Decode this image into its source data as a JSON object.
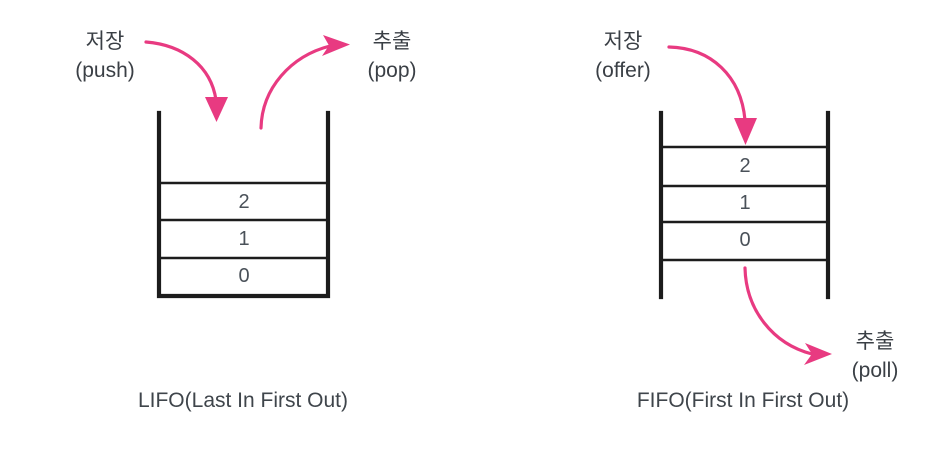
{
  "theme": {
    "background": "#ffffff",
    "arrow_color": "#e83a81",
    "structure_stroke": "#1c1c1c",
    "text_color": "#3a3f45"
  },
  "diagram": {
    "type": "concept-diagram",
    "title_visible": false,
    "panels": [
      {
        "id": "stack",
        "caption": "LIFO(Last In First Out)",
        "container_kind": "open-top-closed-bottom",
        "cells": [
          "2",
          "1",
          "0"
        ],
        "operations": [
          {
            "id": "push",
            "ko": "저장",
            "en": "(push)",
            "direction": "into-container",
            "arrow": "curve-down-right"
          },
          {
            "id": "pop",
            "ko": "추출",
            "en": "(pop)",
            "direction": "out-of-container",
            "arrow": "curve-up-right"
          }
        ]
      },
      {
        "id": "queue",
        "caption": "FIFO(First In First Out)",
        "container_kind": "open-top-open-bottom",
        "cells": [
          "2",
          "1",
          "0"
        ],
        "operations": [
          {
            "id": "offer",
            "ko": "저장",
            "en": "(offer)",
            "direction": "into-container",
            "arrow": "curve-down-right"
          },
          {
            "id": "poll",
            "ko": "추출",
            "en": "(poll)",
            "direction": "out-of-container",
            "arrow": "curve-down-right"
          }
        ]
      }
    ]
  }
}
